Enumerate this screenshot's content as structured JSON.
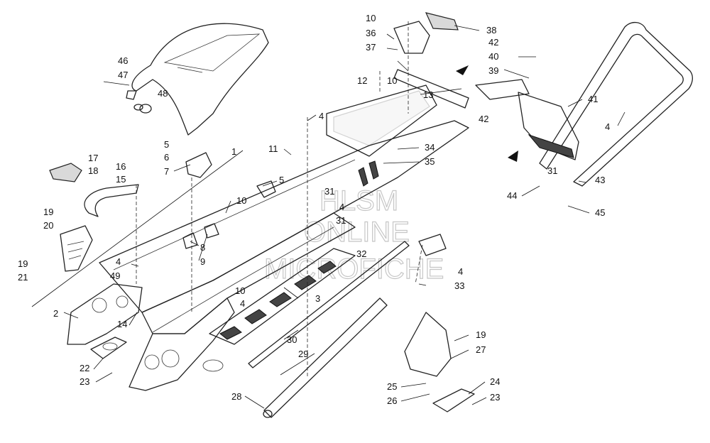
{
  "watermark": {
    "line1": "HLSM",
    "line2": "ONLINE",
    "line3": "MICROFICHE"
  },
  "callouts": [
    {
      "id": "c1",
      "text": "1"
    },
    {
      "id": "c2",
      "text": "2"
    },
    {
      "id": "c3",
      "text": "3"
    },
    {
      "id": "c4a",
      "text": "4"
    },
    {
      "id": "c4b",
      "text": "4"
    },
    {
      "id": "c4c",
      "text": "4"
    },
    {
      "id": "c4d",
      "text": "4"
    },
    {
      "id": "c4e",
      "text": "4"
    },
    {
      "id": "c4f",
      "text": "4"
    },
    {
      "id": "c5a",
      "text": "5"
    },
    {
      "id": "c5b",
      "text": "5"
    },
    {
      "id": "c6",
      "text": "6"
    },
    {
      "id": "c7",
      "text": "7"
    },
    {
      "id": "c8",
      "text": "8"
    },
    {
      "id": "c9",
      "text": "9"
    },
    {
      "id": "c10a",
      "text": "10"
    },
    {
      "id": "c10b",
      "text": "10"
    },
    {
      "id": "c10c",
      "text": "10"
    },
    {
      "id": "c10d",
      "text": "10"
    },
    {
      "id": "c11",
      "text": "11"
    },
    {
      "id": "c12",
      "text": "12"
    },
    {
      "id": "c13",
      "text": "13"
    },
    {
      "id": "c14",
      "text": "14"
    },
    {
      "id": "c15",
      "text": "15"
    },
    {
      "id": "c16",
      "text": "16"
    },
    {
      "id": "c17",
      "text": "17"
    },
    {
      "id": "c18",
      "text": "18"
    },
    {
      "id": "c19a",
      "text": "19"
    },
    {
      "id": "c19b",
      "text": "19"
    },
    {
      "id": "c19c",
      "text": "19"
    },
    {
      "id": "c20",
      "text": "20"
    },
    {
      "id": "c21",
      "text": "21"
    },
    {
      "id": "c22",
      "text": "22"
    },
    {
      "id": "c23a",
      "text": "23"
    },
    {
      "id": "c23b",
      "text": "23"
    },
    {
      "id": "c24",
      "text": "24"
    },
    {
      "id": "c25",
      "text": "25"
    },
    {
      "id": "c26",
      "text": "26"
    },
    {
      "id": "c27",
      "text": "27"
    },
    {
      "id": "c28",
      "text": "28"
    },
    {
      "id": "c29",
      "text": "29"
    },
    {
      "id": "c30",
      "text": "30"
    },
    {
      "id": "c31a",
      "text": "31"
    },
    {
      "id": "c31b",
      "text": "31"
    },
    {
      "id": "c31c",
      "text": "31"
    },
    {
      "id": "c32",
      "text": "32"
    },
    {
      "id": "c33",
      "text": "33"
    },
    {
      "id": "c34",
      "text": "34"
    },
    {
      "id": "c35",
      "text": "35"
    },
    {
      "id": "c36",
      "text": "36"
    },
    {
      "id": "c37",
      "text": "37"
    },
    {
      "id": "c38",
      "text": "38"
    },
    {
      "id": "c39",
      "text": "39"
    },
    {
      "id": "c40",
      "text": "40"
    },
    {
      "id": "c41",
      "text": "41"
    },
    {
      "id": "c42a",
      "text": "42"
    },
    {
      "id": "c42b",
      "text": "42"
    },
    {
      "id": "c43",
      "text": "43"
    },
    {
      "id": "c44",
      "text": "44"
    },
    {
      "id": "c45",
      "text": "45"
    },
    {
      "id": "c46",
      "text": "46"
    },
    {
      "id": "c47",
      "text": "47"
    },
    {
      "id": "c48",
      "text": "48"
    },
    {
      "id": "c49",
      "text": "49"
    }
  ]
}
